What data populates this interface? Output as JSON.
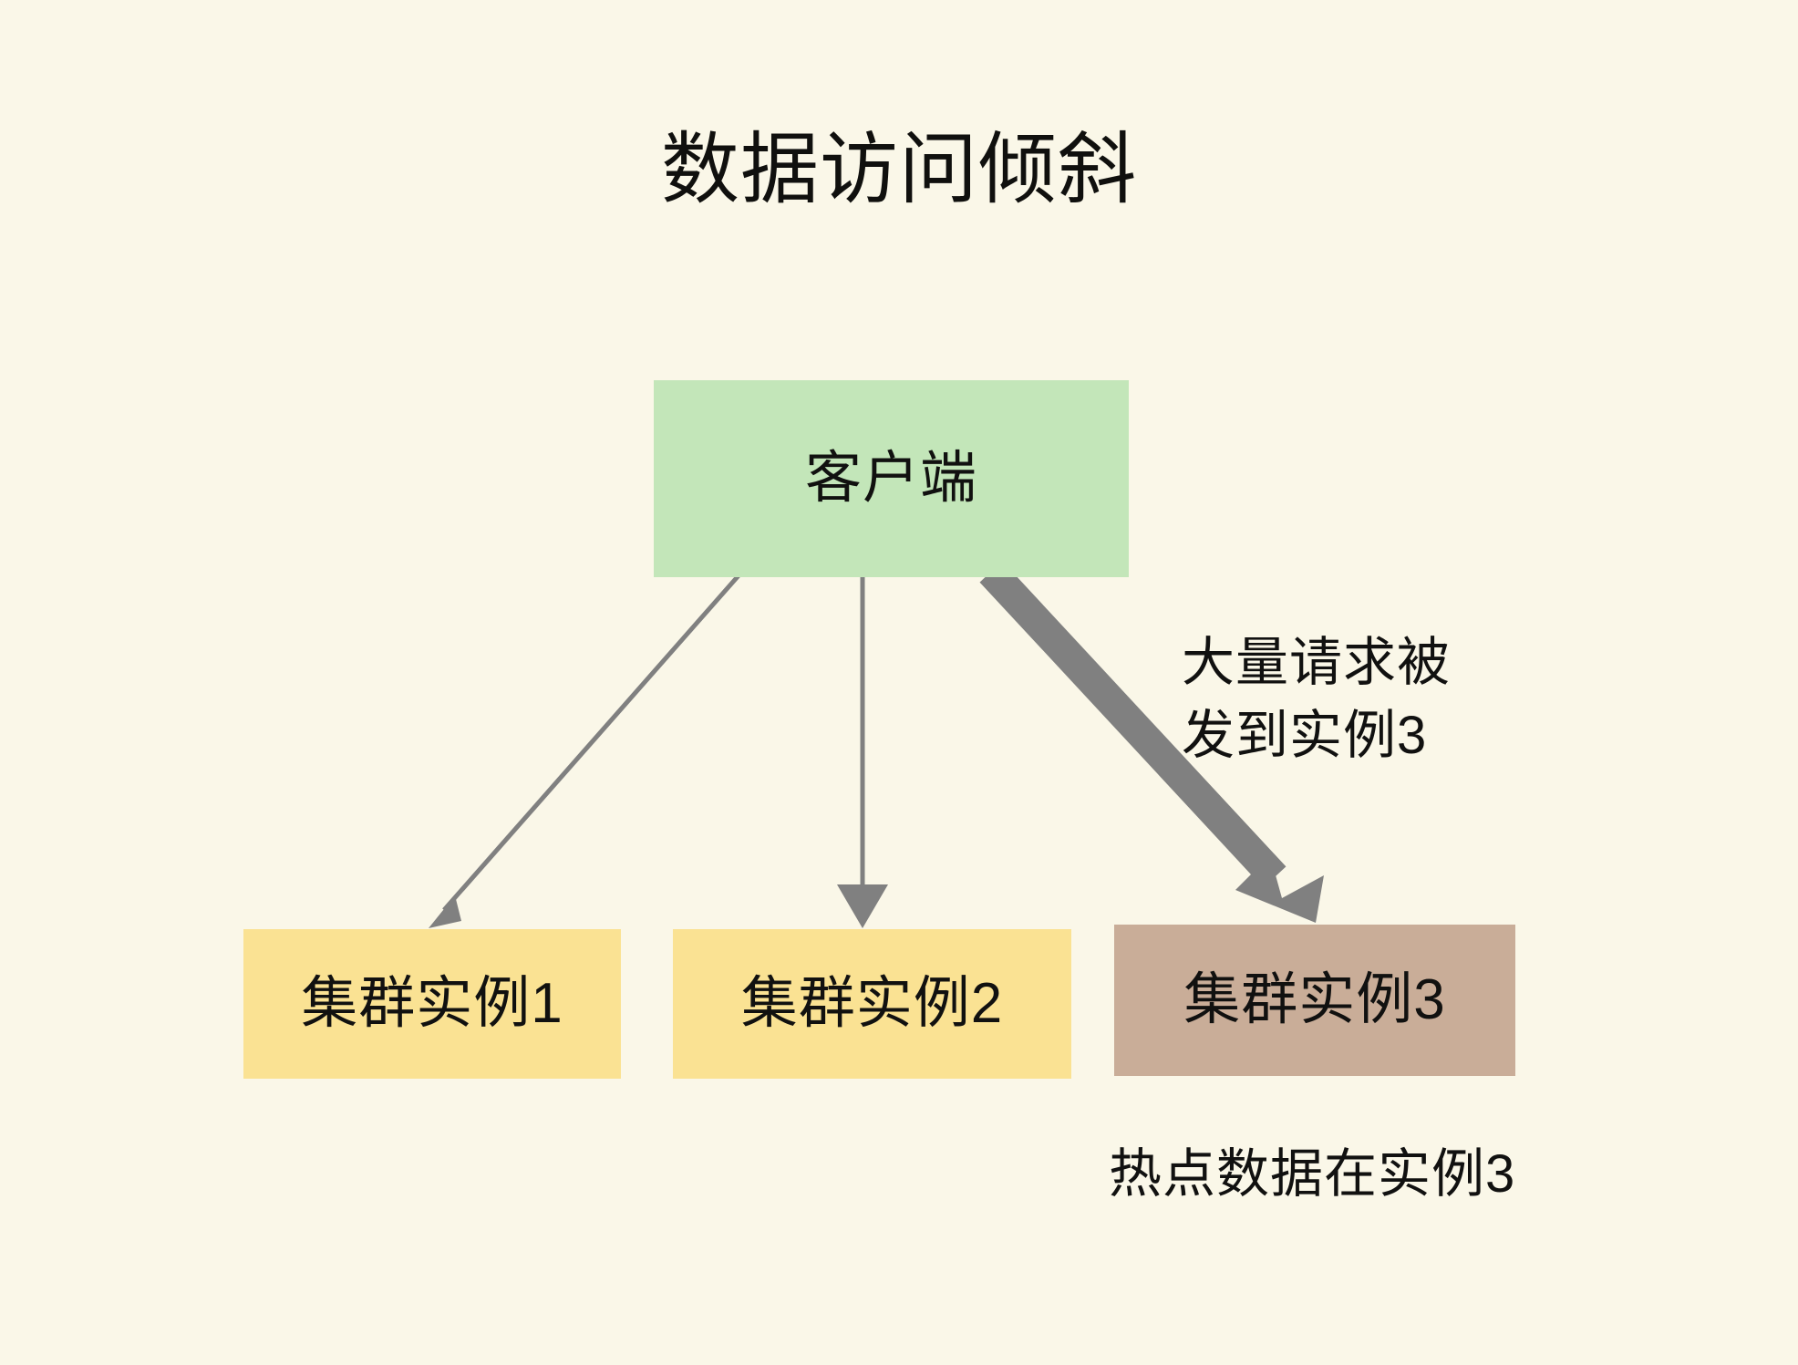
{
  "diagram": {
    "title": "数据访问倾斜",
    "background_color": "#faf7e8",
    "nodes": [
      {
        "id": "client",
        "label": "客户端",
        "color": "#c3e6b9",
        "role": "client"
      },
      {
        "id": "instance1",
        "label": "集群实例1",
        "color": "#fae293",
        "role": "cluster-instance"
      },
      {
        "id": "instance2",
        "label": "集群实例2",
        "color": "#fae293",
        "role": "cluster-instance"
      },
      {
        "id": "instance3",
        "label": "集群实例3",
        "color": "#c9ad98",
        "role": "cluster-instance-hot"
      }
    ],
    "edges": [
      {
        "id": "edge-client-inst1",
        "from": "client",
        "to": "instance1",
        "weight": "thin",
        "color": "#808080",
        "label": ""
      },
      {
        "id": "edge-client-inst2",
        "from": "client",
        "to": "instance2",
        "weight": "thin",
        "color": "#808080",
        "label": ""
      },
      {
        "id": "edge-client-inst3",
        "from": "client",
        "to": "instance3",
        "weight": "thick",
        "color": "#808080",
        "label": "大量请求被\n发到实例3"
      }
    ],
    "annotations": [
      {
        "id": "heavy-traffic-note",
        "text": "大量请求被\n发到实例3"
      },
      {
        "id": "hot-data-note",
        "text": "热点数据在实例3"
      }
    ]
  }
}
